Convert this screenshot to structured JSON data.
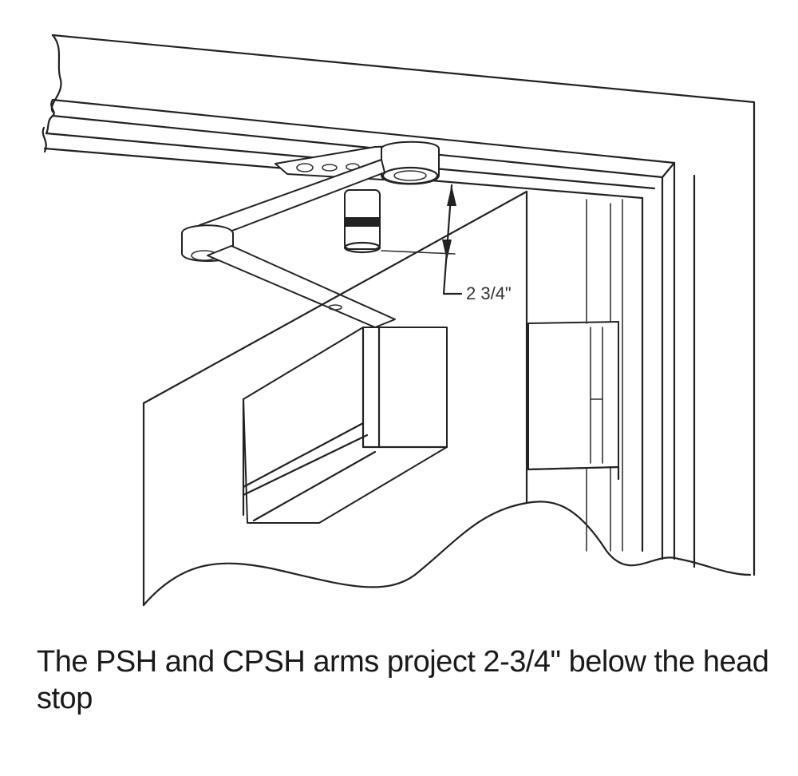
{
  "diagram": {
    "subject": "Door closer with parallel arm mounted on door frame head stop",
    "components": [
      {
        "name": "door-frame-head",
        "label": ""
      },
      {
        "name": "arm-shoe-bracket",
        "label": ""
      },
      {
        "name": "main-arm",
        "label": ""
      },
      {
        "name": "forearm",
        "label": ""
      },
      {
        "name": "stop-cylinder",
        "label": ""
      },
      {
        "name": "closer-body",
        "label": ""
      },
      {
        "name": "door-panel",
        "label": ""
      },
      {
        "name": "hinge",
        "label": ""
      },
      {
        "name": "door-jamb",
        "label": ""
      }
    ],
    "dimension": {
      "label": "2 3/4\"",
      "meaning": "arm projection below head stop"
    },
    "colors": {
      "line": "#222222",
      "background": "#ffffff",
      "text": "#1a1a1a"
    }
  },
  "caption": {
    "text": "The PSH and CPSH arms project 2-3/4\" below the head stop"
  }
}
